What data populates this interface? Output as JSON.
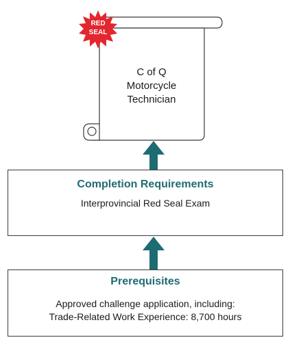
{
  "colors": {
    "accent": "#1f6b72",
    "seal": "#e3262f",
    "border": "#3a3a3a"
  },
  "certificate": {
    "seal_text": [
      "RED",
      "SEAL"
    ],
    "lines": [
      "C of Q",
      "Motorcycle",
      "Technician"
    ]
  },
  "completion": {
    "title": "Completion Requirements",
    "text": "Interprovincial Red Seal Exam"
  },
  "prerequisites": {
    "title": "Prerequisites",
    "lines": [
      "Approved challenge application, including:",
      "Trade-Related Work Experience: 8,700 hours"
    ]
  }
}
